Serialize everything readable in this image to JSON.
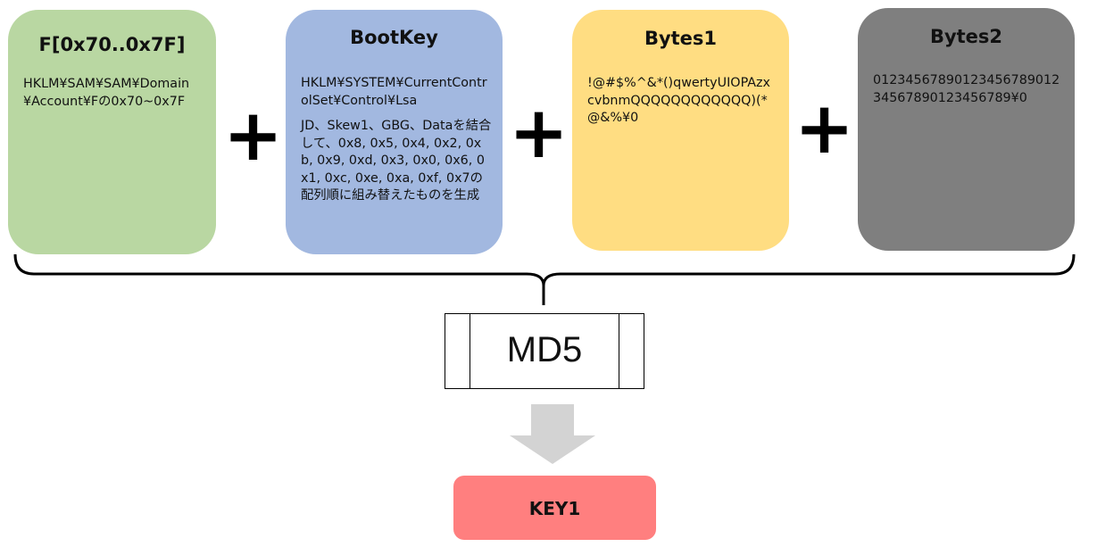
{
  "boxes": [
    {
      "title": "F[0x70..0x7F]",
      "lines": [
        "HKLM¥SAM¥SAM¥Domain¥Account¥Fの0x70~0x7F"
      ],
      "color": "#b9d7a2"
    },
    {
      "title": "BootKey",
      "lines": [
        "HKLM¥SYSTEM¥CurrentControlSet¥Control¥Lsa",
        "JD、Skew1、GBG、Dataを結合して、0x8, 0x5, 0x4, 0x2, 0xb, 0x9, 0xd, 0x3, 0x0, 0x6, 0x1, 0xc, 0xe, 0xa, 0xf, 0x7の配列順に組み替えたものを生成"
      ],
      "color": "#a2b8e0"
    },
    {
      "title": "Bytes1",
      "lines": [
        "!@#$%^&*()qwertyUIOPAzxcvbnmQQQQQQQQQQQQ)(*@&%¥0"
      ],
      "color": "#ffdd82"
    },
    {
      "title": "Bytes2",
      "lines": [
        "0123456789012345678901234567890123456789¥0"
      ],
      "color": "#7f7f7f"
    }
  ],
  "operator": "+",
  "hash": "MD5",
  "result": {
    "label": "KEY1",
    "color": "#ff7f7f"
  },
  "arrow_color": "#d3d3d3"
}
